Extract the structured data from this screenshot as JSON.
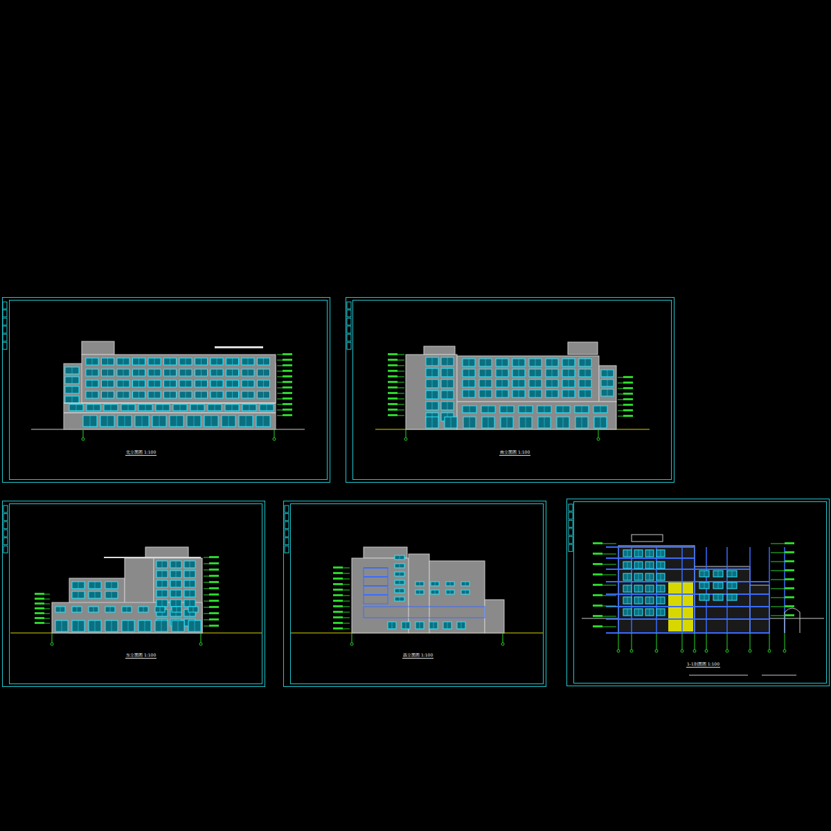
{
  "diagram": {
    "nodes": [
      {
        "text": [
          "北立面图 1:100"
        ]
      },
      {
        "text": [
          "南立面图 1:100"
        ]
      },
      {
        "text": [
          "东立面图 1:100"
        ]
      },
      {
        "text": [
          "西立面图 1:100"
        ]
      },
      {
        "text": [
          "1-1剖面图 1:100"
        ]
      }
    ]
  }
}
